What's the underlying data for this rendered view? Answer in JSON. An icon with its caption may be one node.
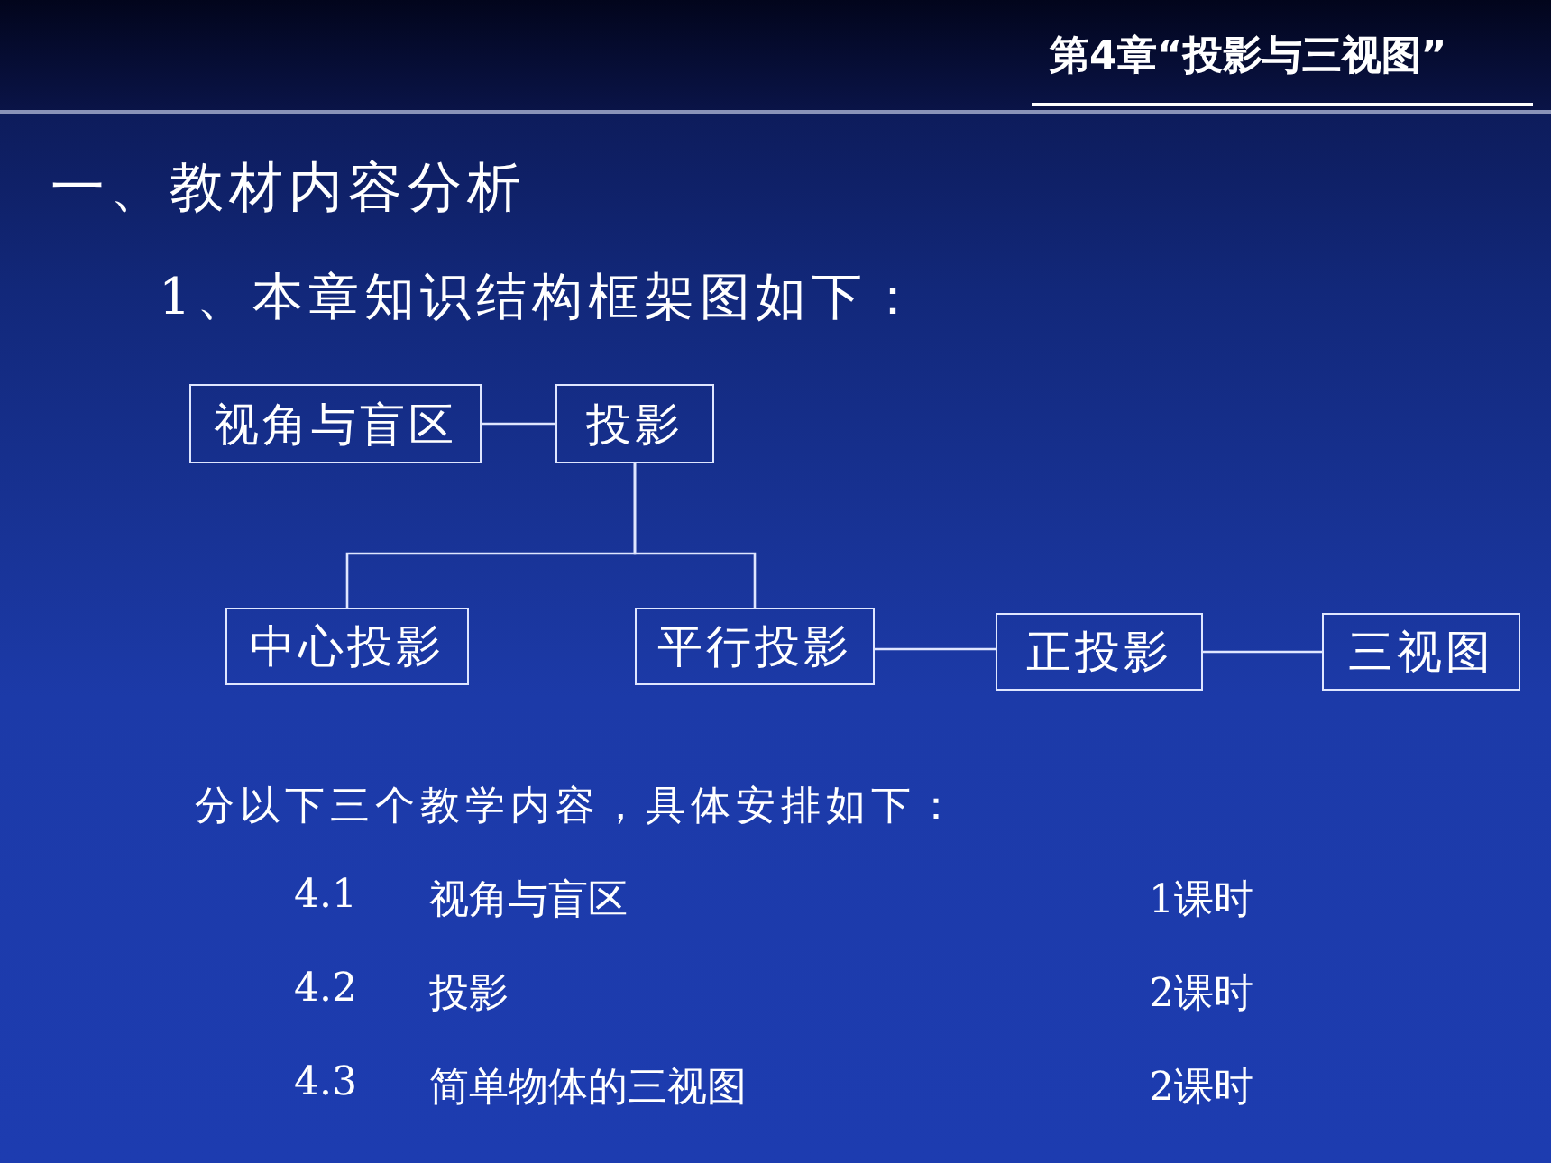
{
  "diagram": {
    "title": "第4章“投影与三视图”",
    "nodes": [
      {
        "text": [
          "视角与盲区"
        ]
      },
      {
        "text": [
          "投影"
        ]
      },
      {
        "text": [
          "中心投影"
        ]
      },
      {
        "text": [
          "平行投影"
        ]
      },
      {
        "text": [
          "正投影"
        ]
      },
      {
        "text": [
          "三视图"
        ]
      }
    ],
    "edges": [
      {
        "from": 0,
        "to": 1,
        "arrow": "none"
      },
      {
        "from": 1,
        "to": 2,
        "arrow": "none"
      },
      {
        "from": 1,
        "to": 3,
        "arrow": "none"
      },
      {
        "from": 3,
        "to": 4,
        "arrow": "none"
      },
      {
        "from": 4,
        "to": 5,
        "arrow": "none"
      }
    ],
    "labels": [
      "一、教材内容分析",
      "1、本章知识结构框架图如下：",
      "分以下三个教学内容，具体安排如下：",
      "4.1",
      "视角与盲区",
      "1课时",
      "4.2",
      "投影",
      "2课时",
      "4.3",
      "简单物体的三视图",
      "2课时"
    ]
  }
}
